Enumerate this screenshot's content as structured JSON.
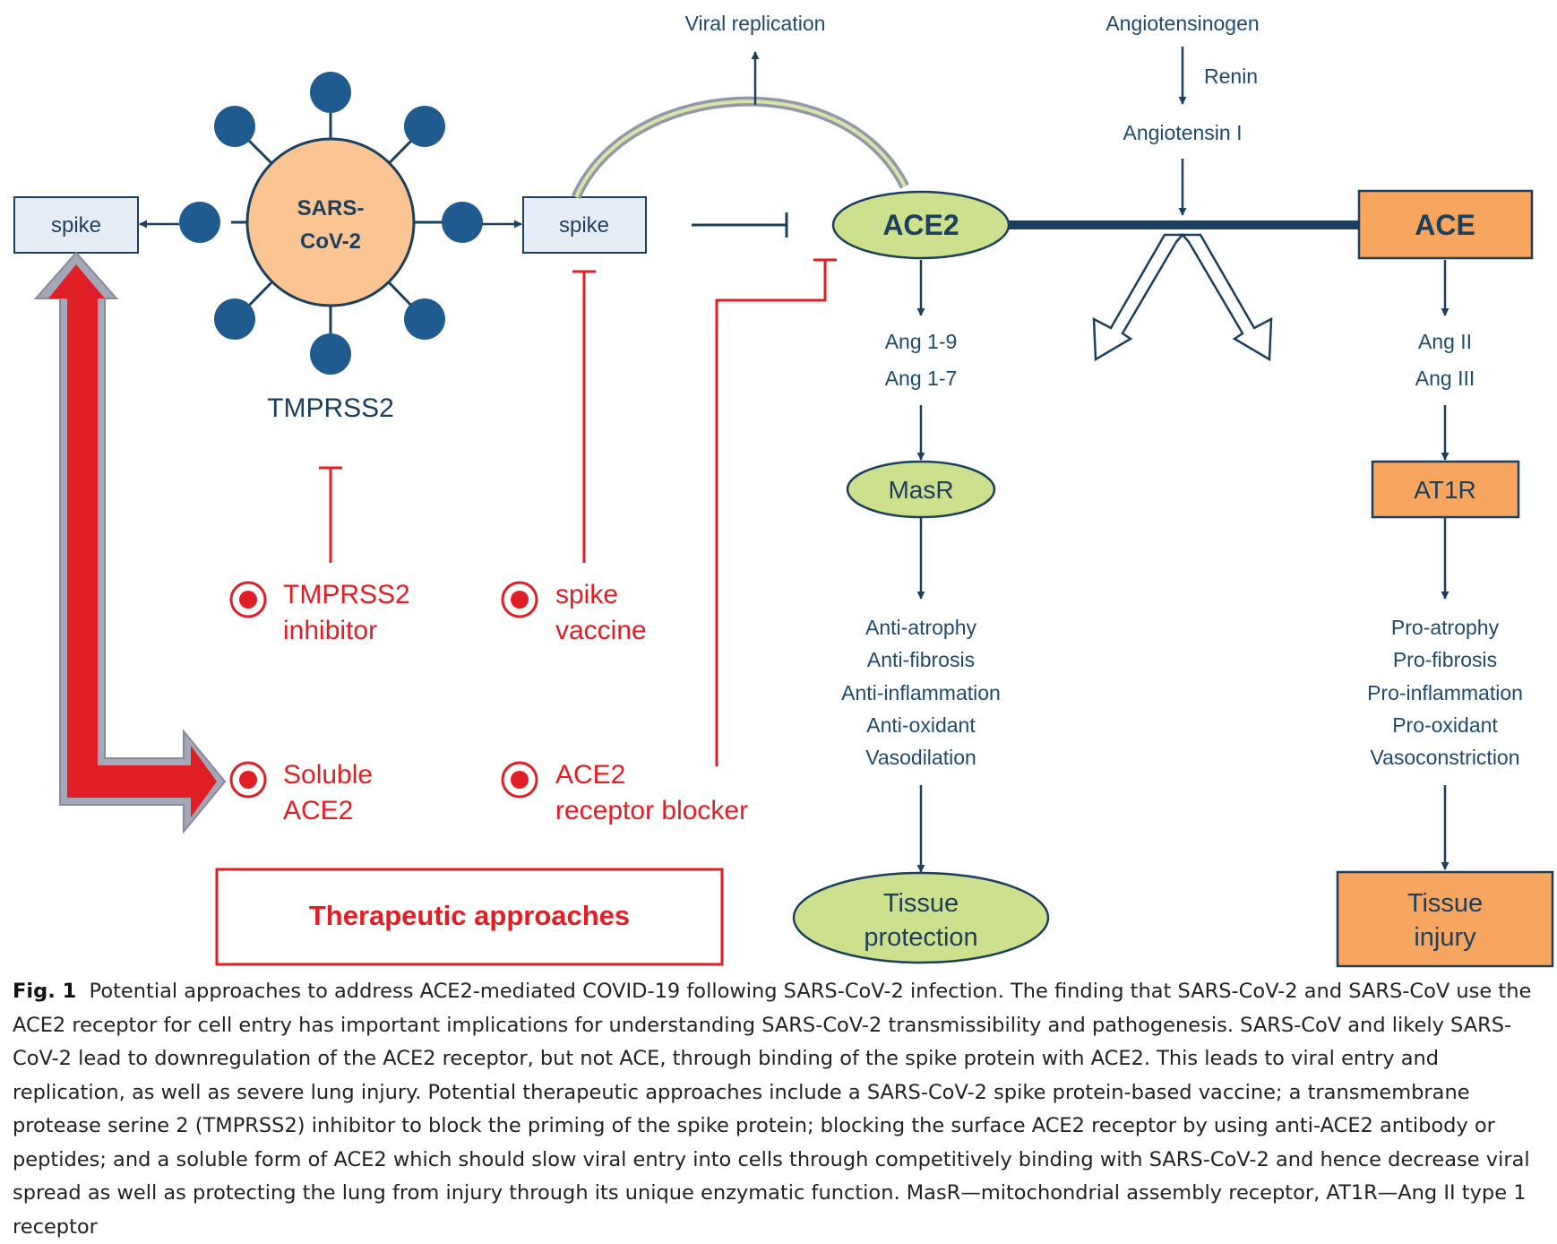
{
  "colors": {
    "navy": "#1b3f5c",
    "text_blue": "#1f4a6b",
    "red": "#e01e25",
    "virus_fill": "#fbc493",
    "spike_dot": "#1f5b8e",
    "green_fill": "#cde08e",
    "orange_fill": "#f8a560",
    "spike_box_fill": "#e7edf6",
    "gray_border": "#8a8ea0"
  },
  "labels": {
    "spike_left": "spike",
    "spike_right": "spike",
    "virus_line1": "SARS-",
    "virus_line2": "CoV-2",
    "tmprss2": "TMPRSS2",
    "viral_replication": "Viral replication",
    "angiotensinogen": "Angiotensinogen",
    "renin": "Renin",
    "angiotensin_i": "Angiotensin I",
    "ace2": "ACE2",
    "ace": "ACE",
    "ang19": "Ang 1-9",
    "ang17": "Ang 1-7",
    "ang2": "Ang II",
    "ang3": "Ang III",
    "masr": "MasR",
    "at1r": "AT1R",
    "ace2_effects": [
      "Anti-atrophy",
      "Anti-fibrosis",
      "Anti-inflammation",
      "Anti-oxidant",
      "Vasodilation"
    ],
    "ace_effects": [
      "Pro-atrophy",
      "Pro-fibrosis",
      "Pro-inflammation",
      "Pro-oxidant",
      "Vasoconstriction"
    ],
    "tissue_protection": [
      "Tissue",
      "protection"
    ],
    "tissue_injury": [
      "Tissue",
      "injury"
    ],
    "therapy_tmprss2": [
      "TMPRSS2",
      "inhibitor"
    ],
    "therapy_vaccine": [
      "spike",
      "vaccine"
    ],
    "therapy_soluble": [
      "Soluble",
      "ACE2"
    ],
    "therapy_blocker": [
      "ACE2",
      "receptor blocker"
    ],
    "therapeutic_approaches": "Therapeutic approaches"
  },
  "caption": {
    "label": "Fig. 1",
    "text": "Potential approaches to address ACE2-mediated COVID-19 following SARS-CoV-2 infection. The finding that SARS-CoV-2 and SARS-CoV use the ACE2 receptor for cell entry has important implications for understanding SARS-CoV-2 transmissibility and pathogenesis. SARS-CoV and likely SARS-CoV-2 lead to downregulation of the ACE2 receptor, but not ACE, through binding of the spike protein with ACE2. This leads to viral entry and replication, as well as severe lung injury. Potential therapeutic approaches include a SARS-CoV-2 spike protein-based vaccine; a transmembrane protease serine 2 (TMPRSS2) inhibitor to block the priming of the spike protein; blocking the surface ACE2 receptor by using anti-ACE2 antibody or peptides; and a soluble form of ACE2 which should slow viral entry into cells through competitively binding with SARS-CoV-2 and hence decrease viral spread as well as protecting the lung from injury through its unique enzymatic function. MasR—mitochondrial assembly receptor, AT1R—Ang II type 1 receptor"
  }
}
